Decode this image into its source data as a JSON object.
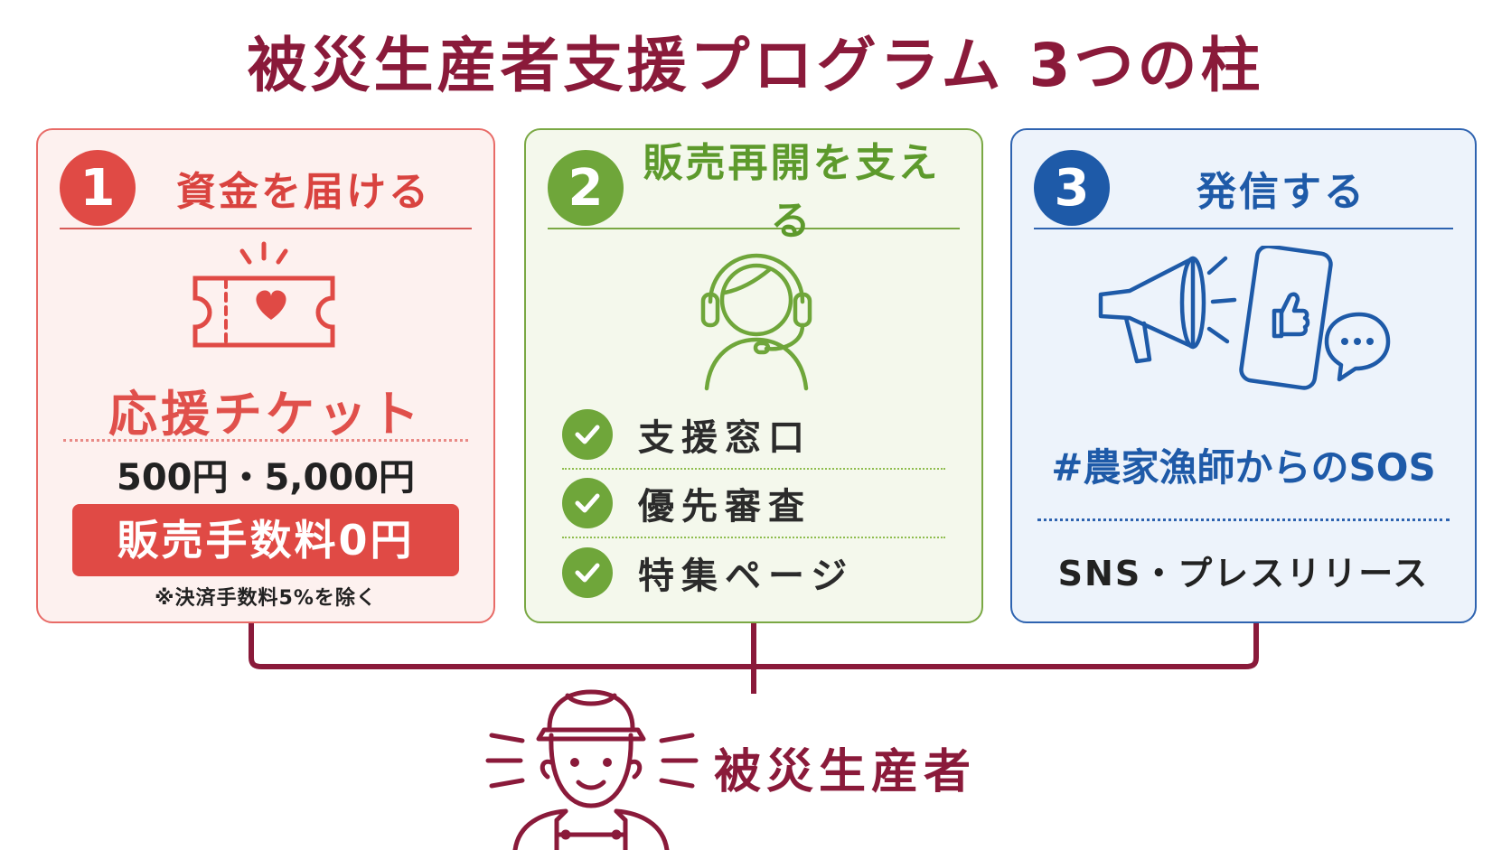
{
  "title": "被災生産者支援プログラム 3つの柱",
  "colors": {
    "title": "#8a1a3a",
    "red": "#e04a45",
    "green": "#6fa63a",
    "blue": "#1e5aa8"
  },
  "pillars": [
    {
      "number": "1",
      "label": "資金を届ける",
      "icon": "heart-ticket-icon",
      "name": "応援チケット",
      "price": "500円・5,000円",
      "fee": "販売手数料0円",
      "note": "※決済手数料5%を除く"
    },
    {
      "number": "2",
      "label": "販売再開を支える",
      "icon": "headset-operator-icon",
      "items": [
        "支援窓口",
        "優先審査",
        "特集ページ"
      ]
    },
    {
      "number": "3",
      "label": "発信する",
      "icon": "megaphone-smartphone-icon",
      "hashtag": "#農家漁師からのSOS",
      "media": "SNS・プレスリリース"
    }
  ],
  "target": {
    "label": "被災生産者",
    "icon": "farmer-icon"
  }
}
